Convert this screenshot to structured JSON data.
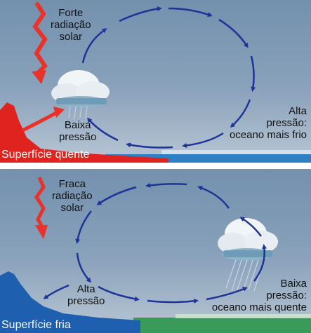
{
  "top_panel": {
    "radiation_label": [
      "Forte",
      "radiação",
      "solar"
    ],
    "low_pressure_label": [
      "Baixa",
      "pressão"
    ],
    "high_pressure_label": [
      "Alta",
      "pressão:",
      "oceano mais frio"
    ],
    "surface_label": "Superfície quente",
    "circulation": "clockwise",
    "colors": {
      "sky": "#6a86a3",
      "land": "#e0231e",
      "ocean": "#2f7fc4",
      "arrows": "#1e3398",
      "radiation": "#e8322a"
    }
  },
  "bottom_panel": {
    "radiation_label": [
      "Fraca",
      "radiação",
      "solar"
    ],
    "high_pressure_label": [
      "Alta",
      "pressão"
    ],
    "low_pressure_label": [
      "Baixa",
      "pressão:",
      "oceano mais quente"
    ],
    "surface_label": "Superfície fria",
    "circulation": "counterclockwise",
    "colors": {
      "sky": "#6a86a3",
      "land": "#1f5fb0",
      "ocean": "#3a9a5a",
      "arrows": "#1e3398",
      "radiation": "#e8322a"
    }
  }
}
